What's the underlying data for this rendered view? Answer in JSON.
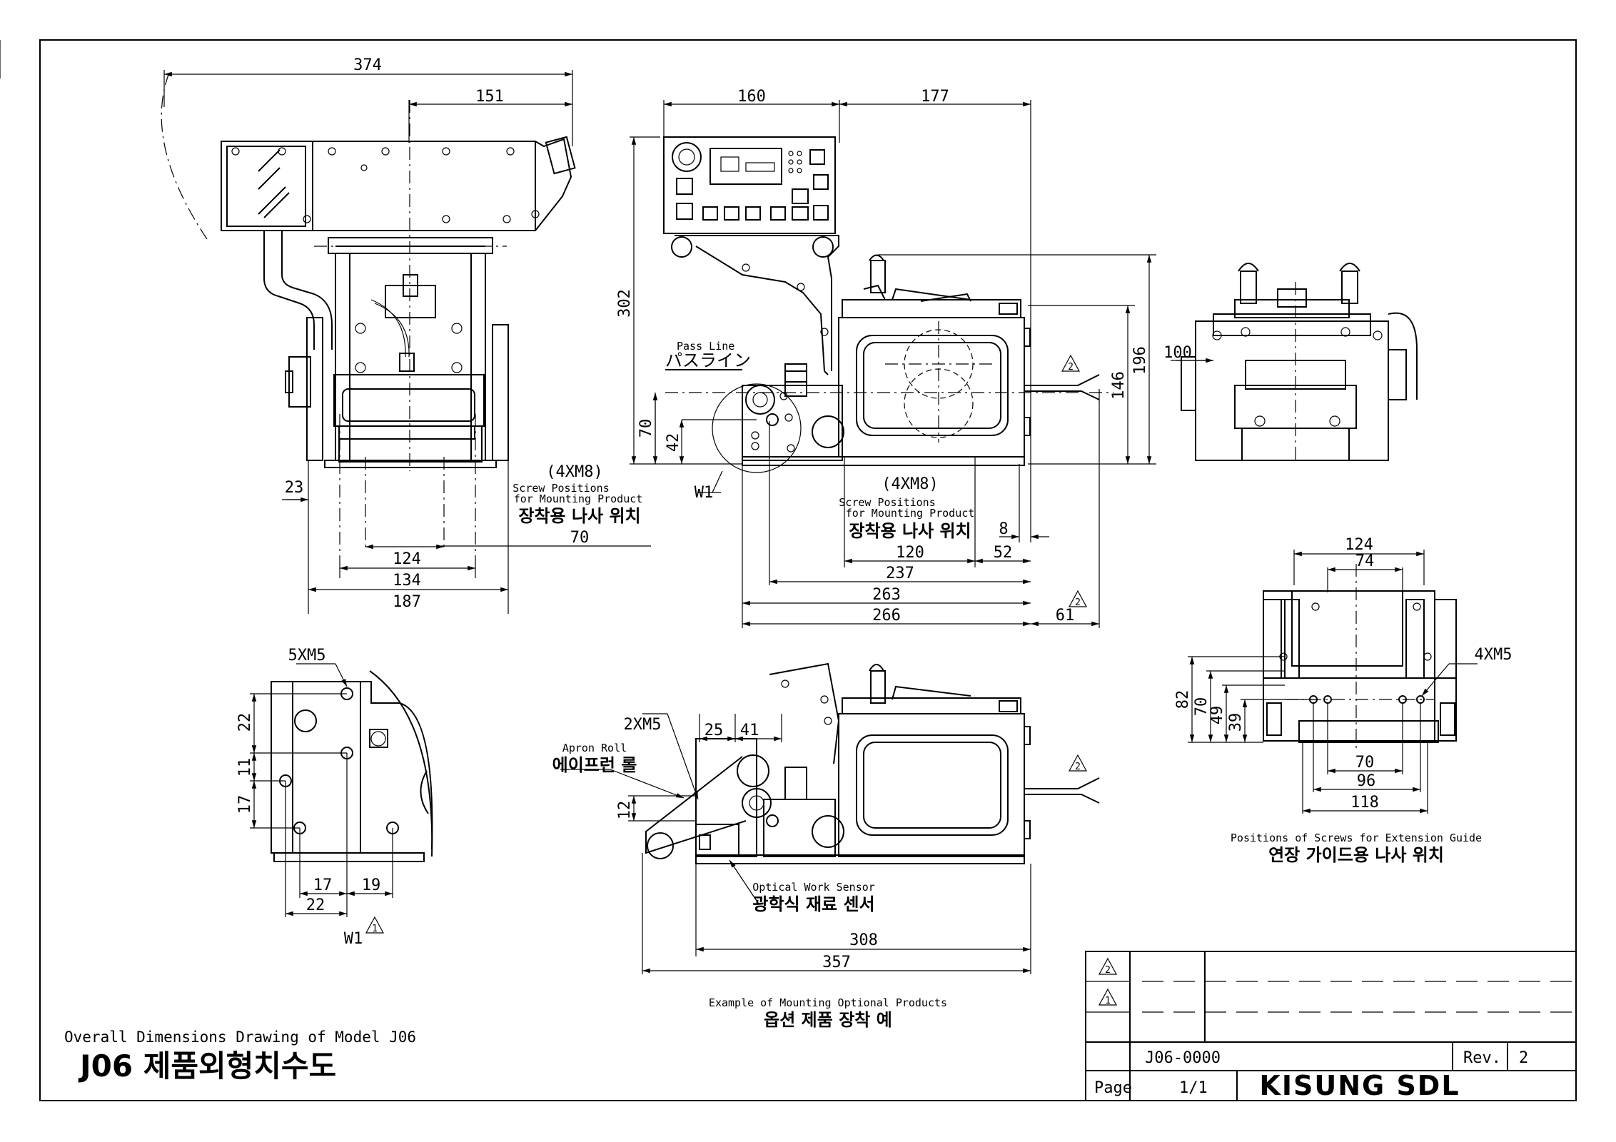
{
  "title": {
    "english": "Overall Dimensions Drawing of Model J06",
    "korean": "J06 제품외형치수도"
  },
  "title_block": {
    "drawing_number": "J06-0000",
    "rev_label": "Rev.",
    "rev_value": "2",
    "page_label": "Page",
    "page_value": "1/1",
    "company": "KISUNG SDL",
    "rev_marks": [
      "2",
      "1"
    ]
  },
  "side_view": {
    "dims": [
      "374",
      "151",
      "23",
      "124",
      "134",
      "187",
      "70"
    ],
    "screw_note": {
      "count": "(4XM8)",
      "line1": "Screw Positions",
      "line2": "for Mounting Product",
      "korean": "장착용 나사 위치"
    }
  },
  "front_view": {
    "dims": [
      "160",
      "177",
      "302",
      "196",
      "146",
      "70",
      "42",
      "8",
      "52",
      "120",
      "237",
      "263",
      "266",
      "61"
    ],
    "pass_line": {
      "english": "Pass Line",
      "japanese": "パスライン"
    },
    "w1_label": "W1",
    "screw_note": {
      "count": "(4XM8)",
      "line1": "Screw Positions",
      "line2": "for Mounting Product",
      "korean": "장착용 나사 위치"
    },
    "rev_mark": "2"
  },
  "end_view": {
    "dims": [
      "100"
    ]
  },
  "detail_w1": {
    "screw_label": "5XM5",
    "dims": [
      "22",
      "11",
      "17",
      "17",
      "19",
      "22"
    ],
    "label": "W1",
    "rev_mark": "1"
  },
  "option_view": {
    "screw_label": "2XM5",
    "dims": [
      "25",
      "41",
      "12",
      "308",
      "357"
    ],
    "apron_roll": {
      "english": "Apron Roll",
      "korean": "에이프런 롤"
    },
    "sensor": {
      "english": "Optical Work Sensor",
      "korean": "광학식 재료 센서"
    },
    "caption": {
      "english": "Example of Mounting Optional Products",
      "korean": "옵션 제품 장착 예"
    },
    "rev_mark": "2"
  },
  "extension_view": {
    "dims": [
      "124",
      "74",
      "82",
      "70",
      "49",
      "39",
      "70",
      "96",
      "118"
    ],
    "screw_label": "4XM5",
    "caption": {
      "english": "Positions of Screws for Extension Guide",
      "korean": "연장 가이드용 나사 위치"
    }
  }
}
